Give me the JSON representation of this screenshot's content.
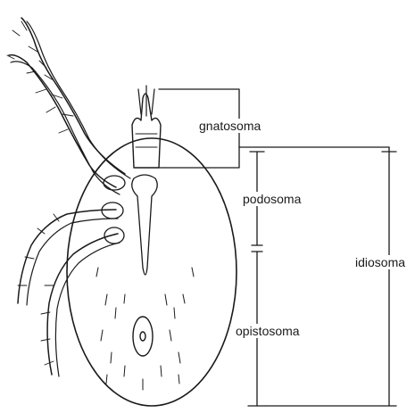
{
  "diagram": {
    "labels": {
      "gnatosoma": "gnatosoma",
      "podosoma": "podosoma",
      "idiosoma": "idiosoma",
      "opistosoma": "opistosoma"
    },
    "colors": {
      "ink": "#1a1a1a",
      "background": "#ffffff"
    }
  }
}
